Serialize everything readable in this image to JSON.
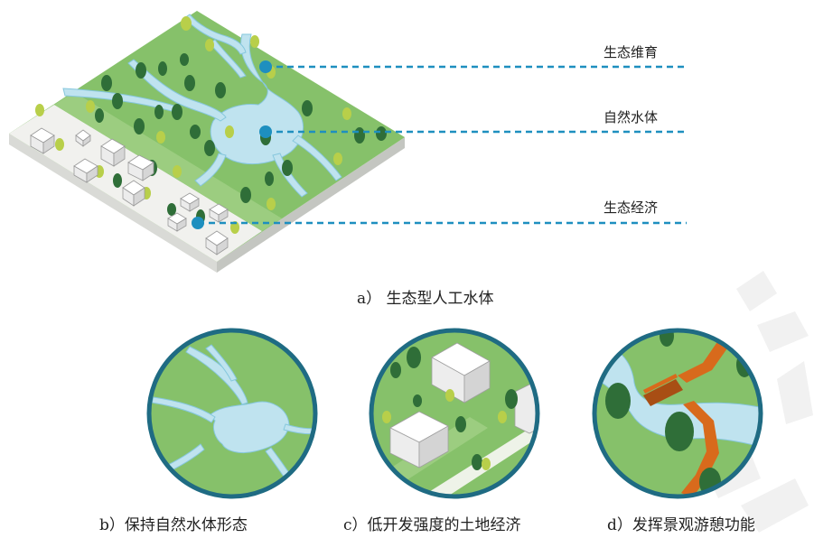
{
  "callouts": [
    {
      "label": "生态维育"
    },
    {
      "label": "自然水体"
    },
    {
      "label": "生态经济"
    }
  ],
  "captions": {
    "a": "a） 生态型人工水体",
    "b": "b）保持自然水体形态",
    "c": "c）低开发强度的土地经济",
    "d": "d）发挥景观游憩功能"
  },
  "colors": {
    "grass": "#86c16a",
    "grass_dark": "#5f9a47",
    "water": "#bfe3ef",
    "water_edge": "#86c7dd",
    "callout": "#1e8fbf",
    "tree_dark": "#2f6e38",
    "tree_light": "#b8cf4a",
    "bridge": "#d86a1c",
    "watermark": "#e4e4e4"
  }
}
